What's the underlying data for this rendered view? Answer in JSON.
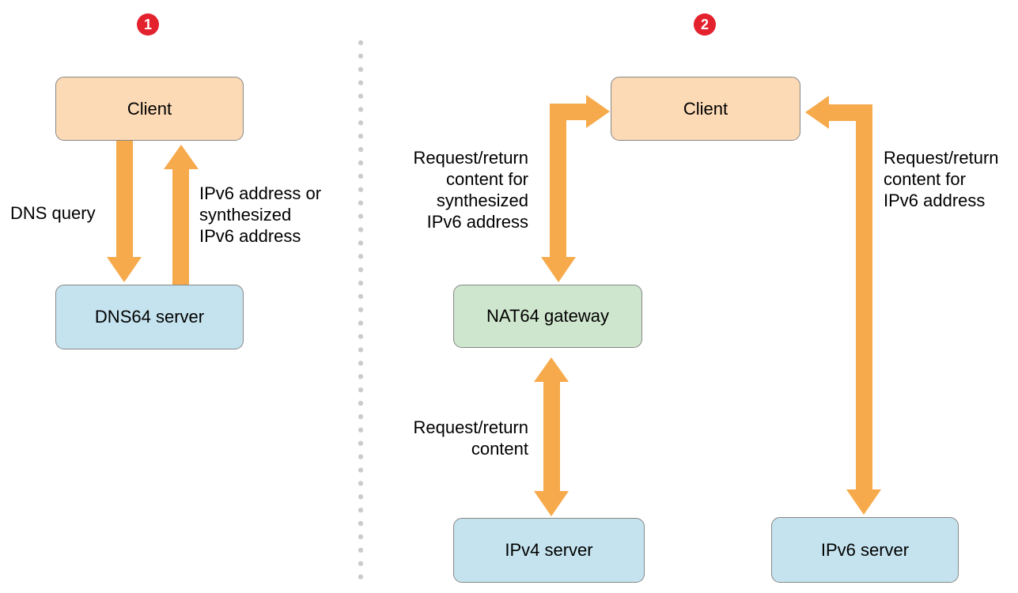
{
  "colors": {
    "arrow": "#F6AA4B",
    "client-fill": "#FBDAB5",
    "server-fill": "#C5E3EE",
    "gateway-fill": "#CFE6CE",
    "node-border": "#878787",
    "badge-bg": "#E4222E",
    "badge-text": "#FFFFFF",
    "divider-dot": "#CBCBCB",
    "text": "#000000"
  },
  "step1": {
    "badge": "1",
    "client": "Client",
    "dns64_server": "DNS64 server",
    "dns_query_label": "DNS query",
    "response_label": {
      "line1": "IPv6 address or",
      "line2": "synthesized",
      "line3": "IPv6 address"
    }
  },
  "step2": {
    "badge": "2",
    "client": "Client",
    "nat64_gateway": "NAT64 gateway",
    "ipv4_server": "IPv4 server",
    "ipv6_server": "IPv6 server",
    "synthesized_label": {
      "line1": "Request/return",
      "line2": "content for",
      "line3": "synthesized",
      "line4": "IPv6 address"
    },
    "content_label": {
      "line1": "Request/return",
      "line2": "content"
    },
    "ipv6_label": {
      "line1": "Request/return",
      "line2": "content for",
      "line3": "IPv6 address"
    }
  }
}
